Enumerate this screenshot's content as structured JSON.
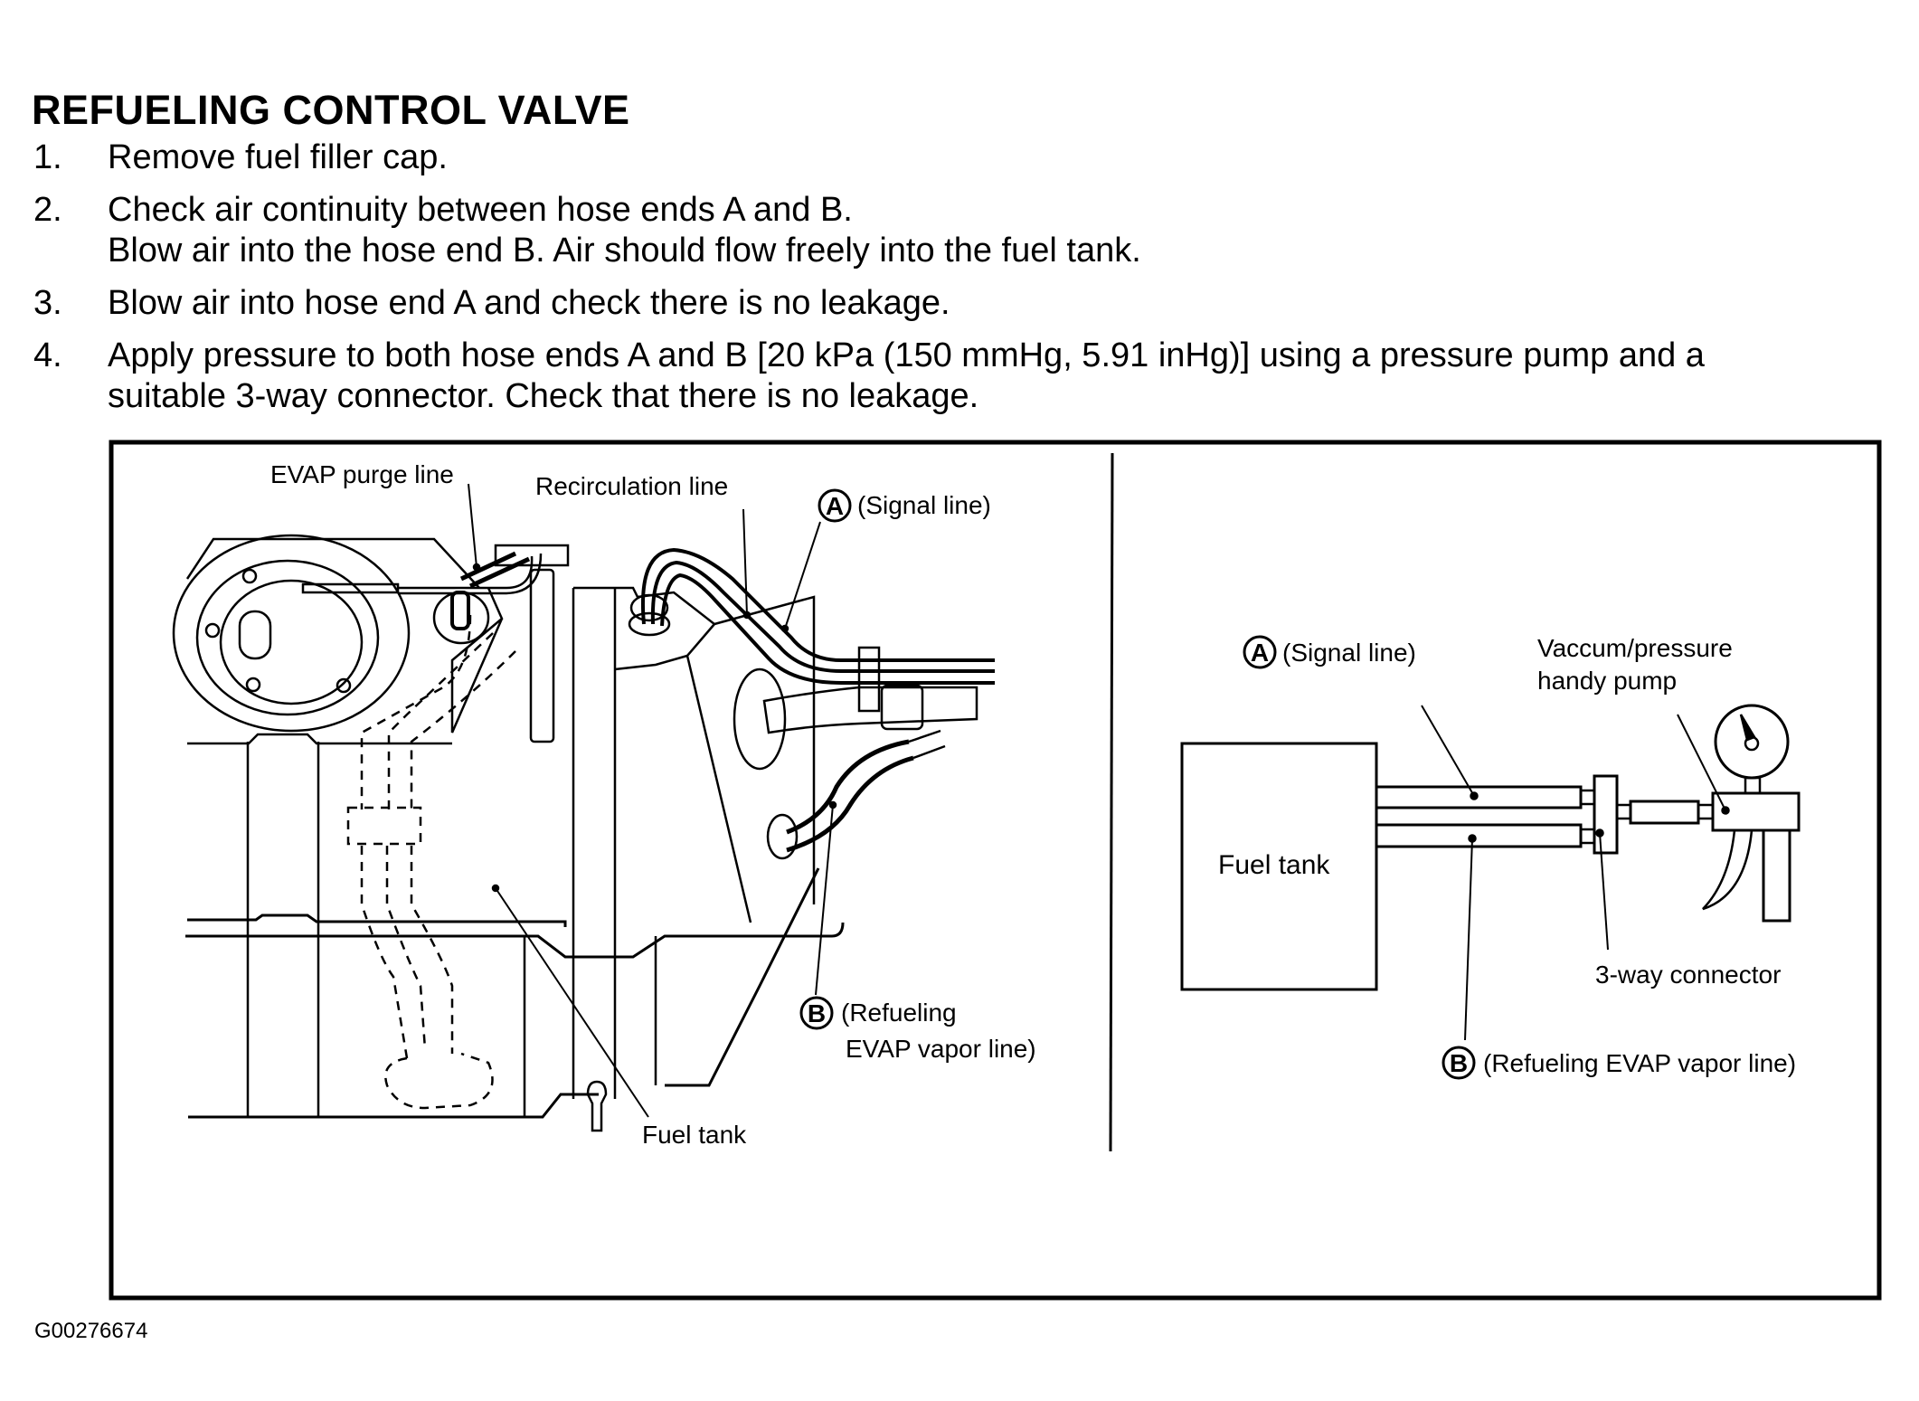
{
  "document": {
    "title": "REFUELING CONTROL VALVE",
    "steps": [
      {
        "number": "1.",
        "lines": [
          "Remove fuel filler cap."
        ]
      },
      {
        "number": "2.",
        "lines": [
          "Check air continuity between hose ends A and B.",
          "Blow air into the hose end B. Air should flow freely into the fuel tank."
        ]
      },
      {
        "number": "3.",
        "lines": [
          "Blow air into hose end A and check there is no leakage."
        ]
      },
      {
        "number": "4.",
        "lines": [
          "Apply pressure to both hose ends A and B [20 kPa (150 mmHg, 5.91 inHg)] using a pressure pump and a",
          "suitable 3-way connector. Check that there is no leakage."
        ]
      }
    ],
    "figure_id": "G00276674"
  },
  "figure": {
    "left_diagram": {
      "evap_purge_line": "EVAP purge line",
      "recirculation_line": "Recirculation line",
      "signal_line": {
        "letter": "A",
        "text": "(Signal line)"
      },
      "refueling_vapor_line": {
        "letter": "B",
        "text_line1": "(Refueling",
        "text_line2": "EVAP vapor line)"
      },
      "fuel_tank": "Fuel tank"
    },
    "right_diagram": {
      "signal_line": {
        "letter": "A",
        "text": "(Signal line)"
      },
      "pump_line1": "Vaccum/pressure",
      "pump_line2": "handy pump",
      "fuel_tank": "Fuel tank",
      "connector": "3-way connector",
      "refueling_vapor_line": {
        "letter": "B",
        "text": "(Refueling EVAP vapor line)"
      }
    }
  }
}
